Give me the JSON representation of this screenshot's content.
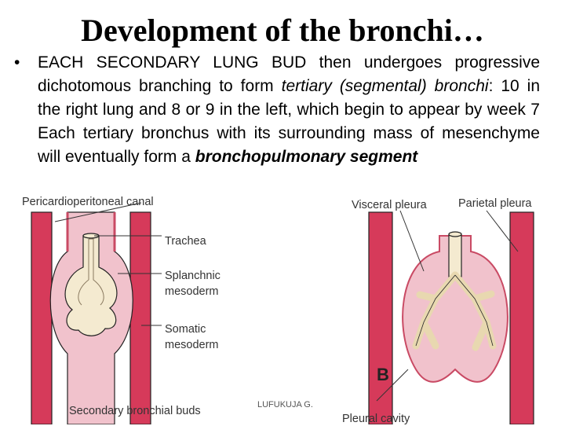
{
  "slide": {
    "title": "Development of the bronchi…",
    "bullet_char": "•",
    "line1": "EACH SECONDARY LUNG BUD then undergoes progressive dichotomous branching to form",
    "t1": "tertiary",
    "sp": " ",
    "t2": "(segmental)",
    "t3": "bronchi",
    "line2": ": 10 in the right lung and 8 or 9 in the left, which begin to appear by week 7 Each tertiary bronchus with its surrounding mass of mesenchyme will eventually form a",
    "term": "bronchopulmonary segment"
  },
  "figure_a": {
    "labels": {
      "canal": "Pericardioperitoneal canal",
      "trachea": "Trachea",
      "splanchnic_1": "Splanchnic",
      "splanchnic_2": "mesoderm",
      "somatic_1": "Somatic",
      "somatic_2": "mesoderm",
      "buds": "Secondary bronchial buds"
    }
  },
  "figure_b": {
    "letter": "B",
    "labels": {
      "visceral": "Visceral pleura",
      "parietal": "Parietal pleura",
      "cavity": "Pleural cavity"
    }
  },
  "watermark": "LUFUKUJA G.",
  "colors": {
    "tissue": "#d63a5a",
    "mesoderm": "#f1c2cc",
    "epithelium": "#f4ead0",
    "outline": "#222222"
  }
}
